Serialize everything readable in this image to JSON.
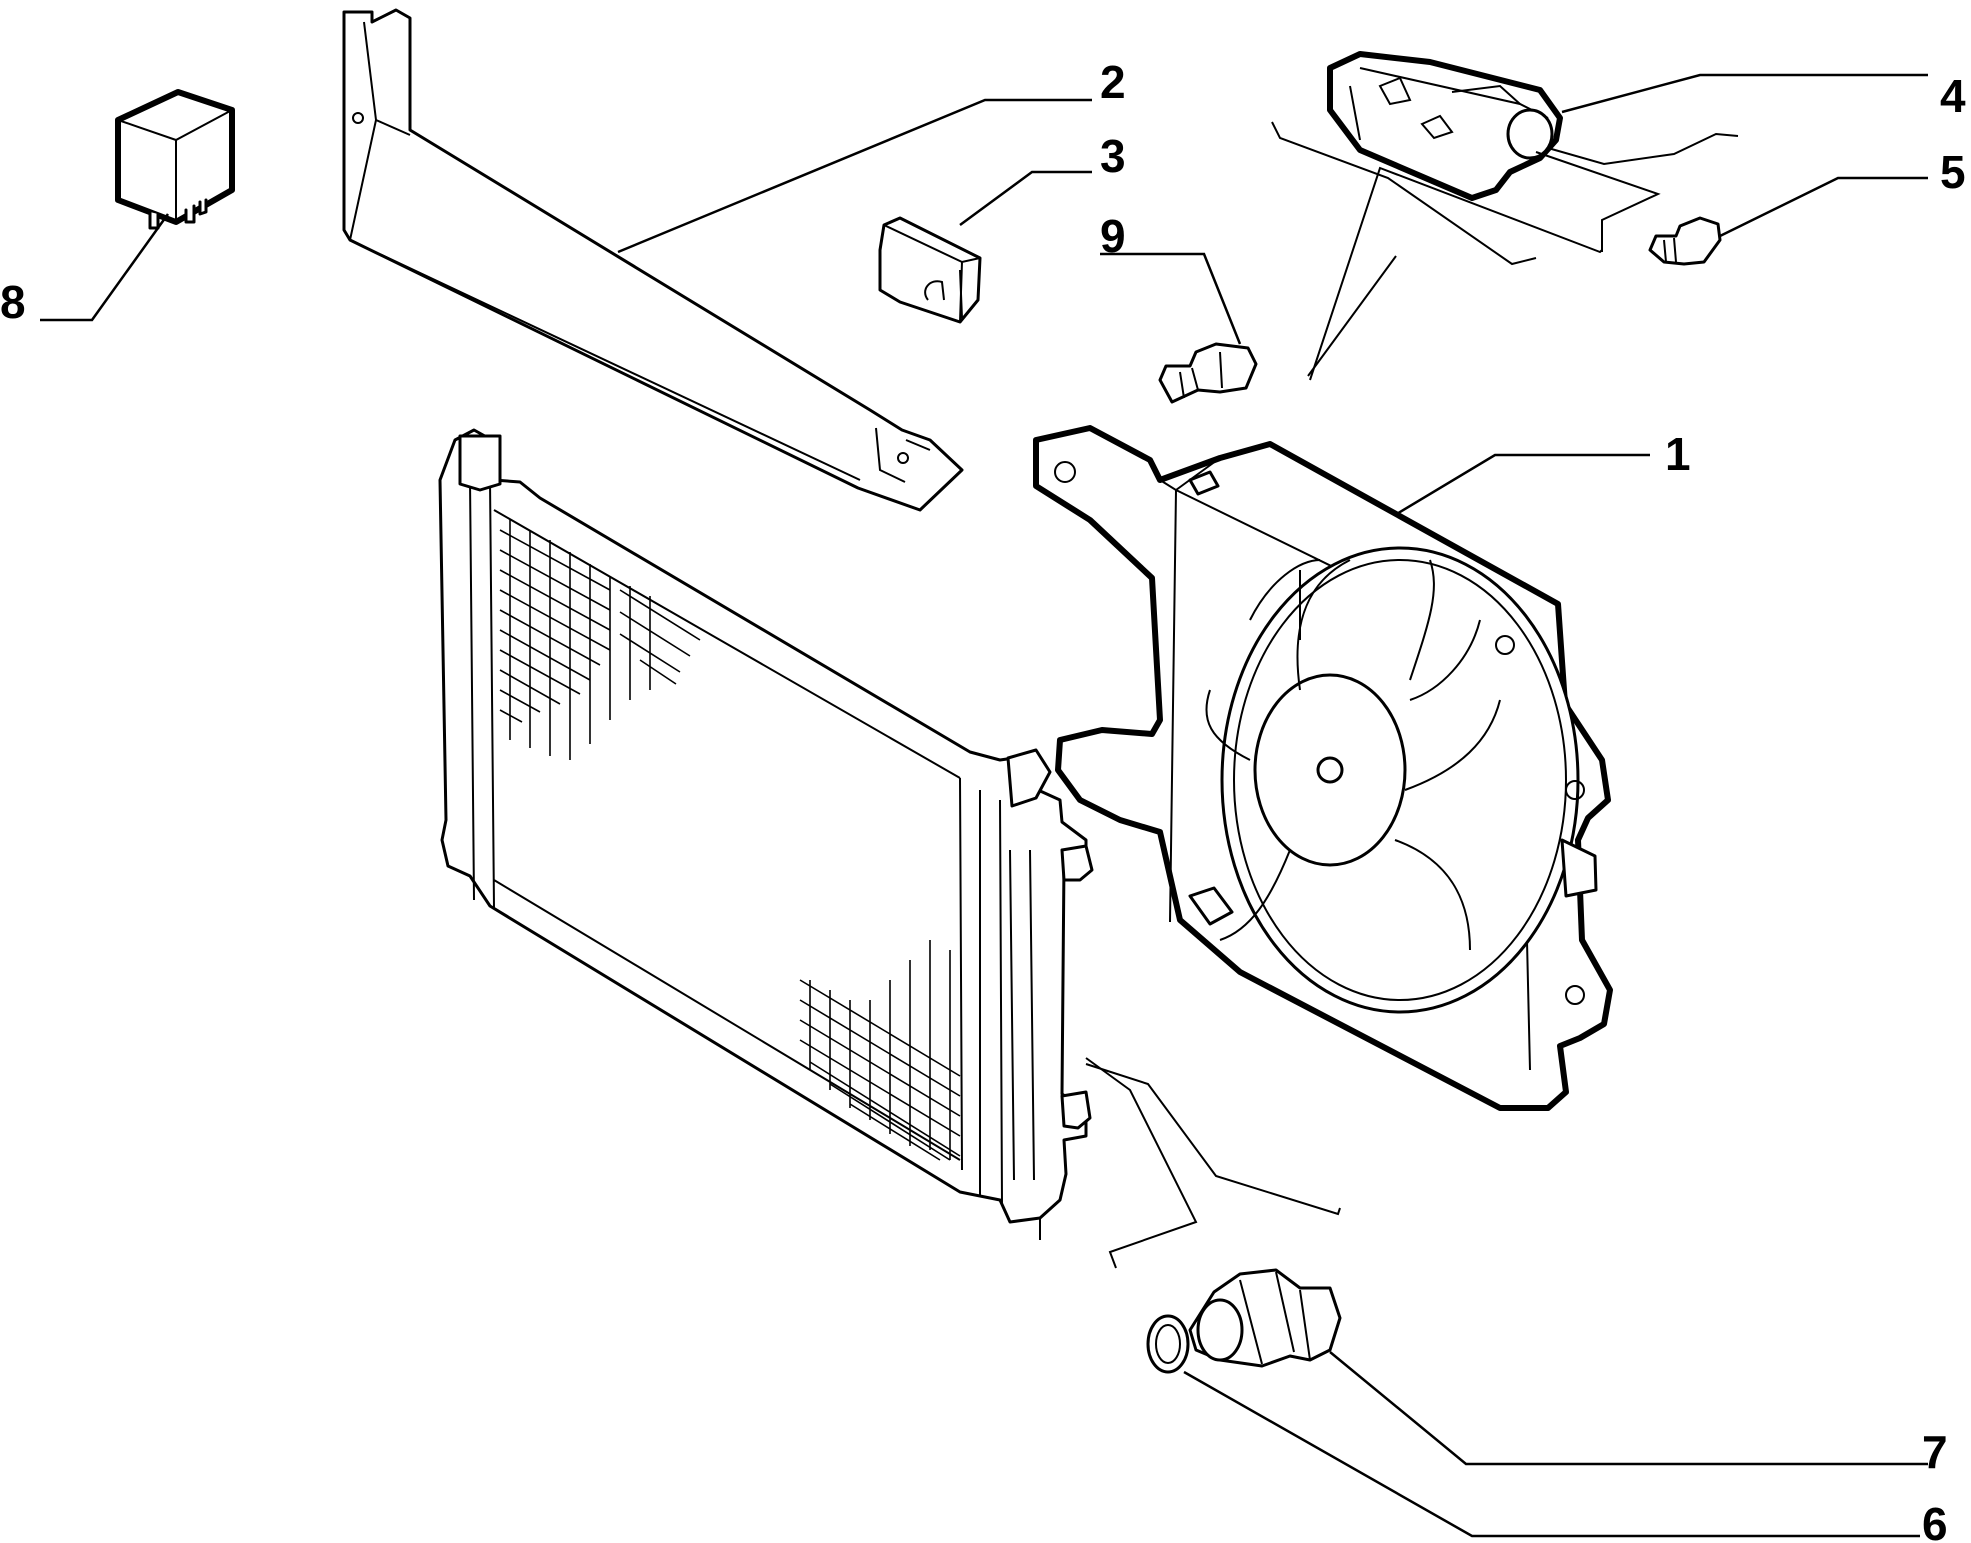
{
  "diagram": {
    "callouts": [
      {
        "id": "1",
        "text": "1"
      },
      {
        "id": "2",
        "text": "2"
      },
      {
        "id": "3",
        "text": "3"
      },
      {
        "id": "4",
        "text": "4"
      },
      {
        "id": "5",
        "text": "5"
      },
      {
        "id": "6",
        "text": "6"
      },
      {
        "id": "7",
        "text": "7"
      },
      {
        "id": "8",
        "text": "8"
      },
      {
        "id": "9",
        "text": "9"
      }
    ]
  }
}
